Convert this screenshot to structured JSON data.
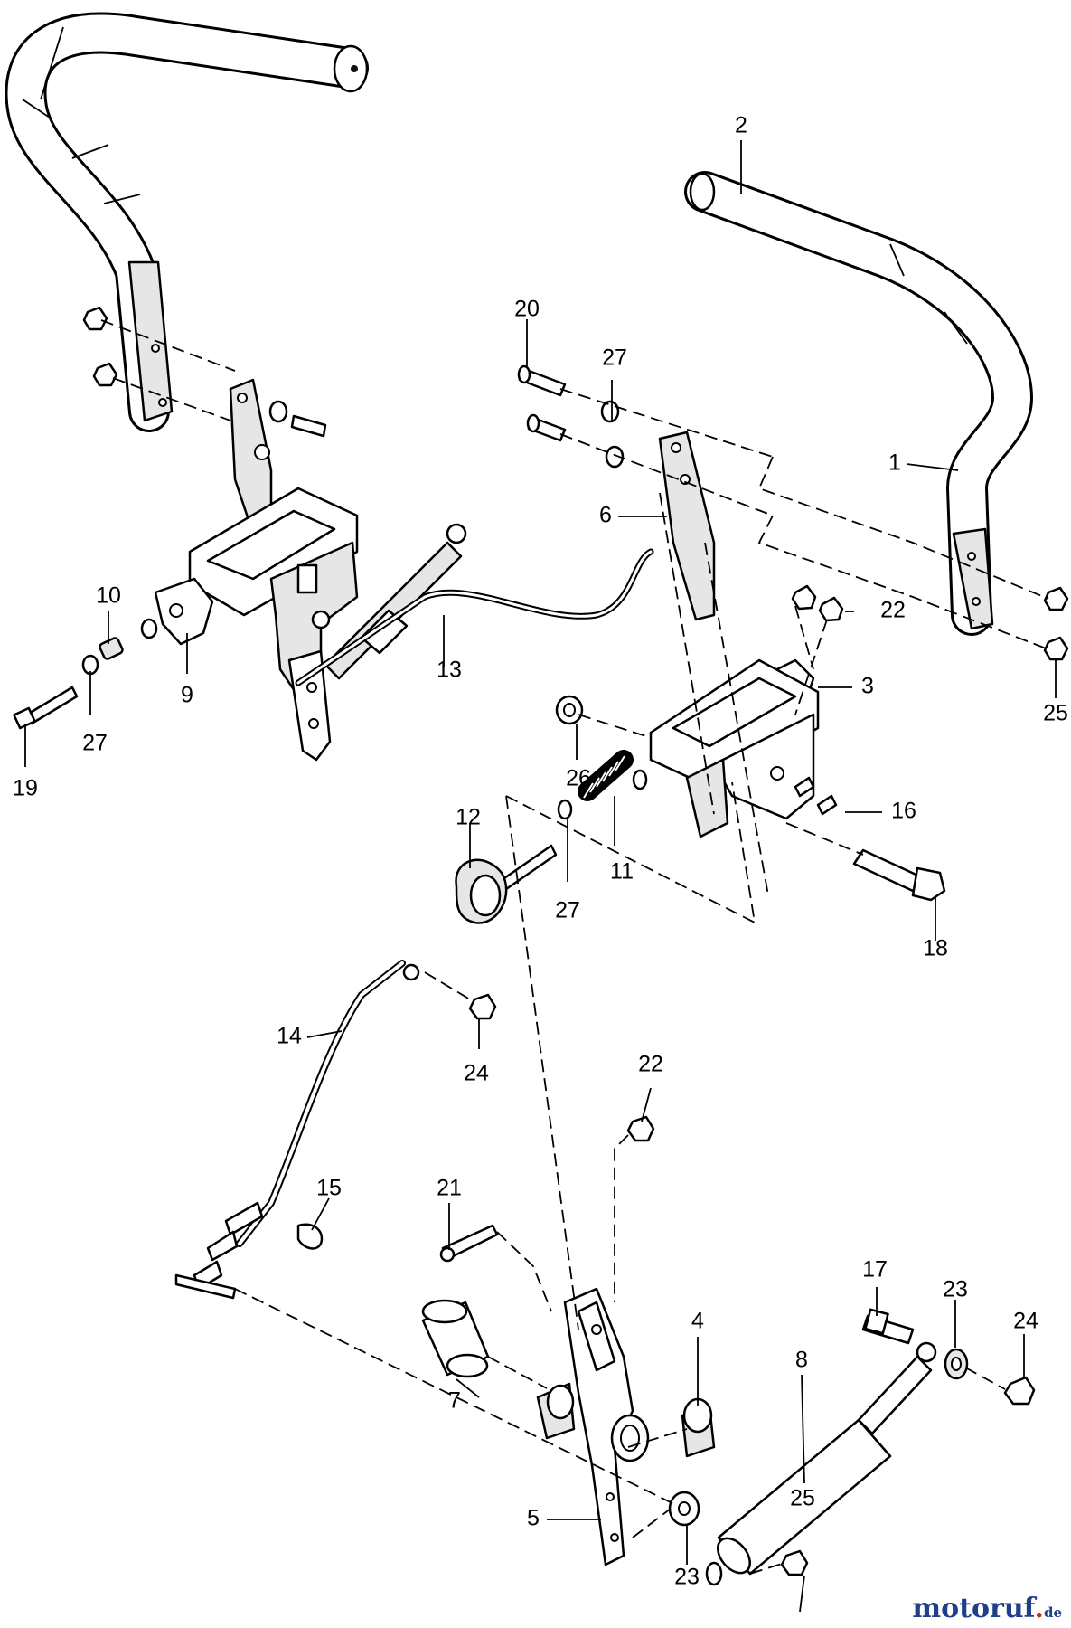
{
  "diagram": {
    "labels": [
      {
        "id": "1",
        "text": "1"
      },
      {
        "id": "2",
        "text": "2"
      },
      {
        "id": "3",
        "text": "3"
      },
      {
        "id": "4",
        "text": "4"
      },
      {
        "id": "5",
        "text": "5"
      },
      {
        "id": "6",
        "text": "6"
      },
      {
        "id": "7",
        "text": "7"
      },
      {
        "id": "8",
        "text": "8"
      },
      {
        "id": "9",
        "text": "9"
      },
      {
        "id": "10",
        "text": "10"
      },
      {
        "id": "11",
        "text": "11"
      },
      {
        "id": "12",
        "text": "12"
      },
      {
        "id": "13",
        "text": "13"
      },
      {
        "id": "14",
        "text": "14"
      },
      {
        "id": "15",
        "text": "15"
      },
      {
        "id": "16",
        "text": "16"
      },
      {
        "id": "17",
        "text": "17"
      },
      {
        "id": "18",
        "text": "18"
      },
      {
        "id": "19",
        "text": "19"
      },
      {
        "id": "20",
        "text": "20"
      },
      {
        "id": "21",
        "text": "21"
      },
      {
        "id": "22a",
        "text": "22"
      },
      {
        "id": "22b",
        "text": "22"
      },
      {
        "id": "23a",
        "text": "23"
      },
      {
        "id": "23b",
        "text": "23"
      },
      {
        "id": "24a",
        "text": "24"
      },
      {
        "id": "24b",
        "text": "24"
      },
      {
        "id": "25a",
        "text": "25"
      },
      {
        "id": "25b",
        "text": "25"
      },
      {
        "id": "26",
        "text": "26"
      },
      {
        "id": "27a",
        "text": "27"
      },
      {
        "id": "27b",
        "text": "27"
      },
      {
        "id": "27c",
        "text": "27"
      }
    ]
  },
  "watermark": {
    "brand": "motoruf",
    "dot": ".",
    "tld": "de"
  }
}
